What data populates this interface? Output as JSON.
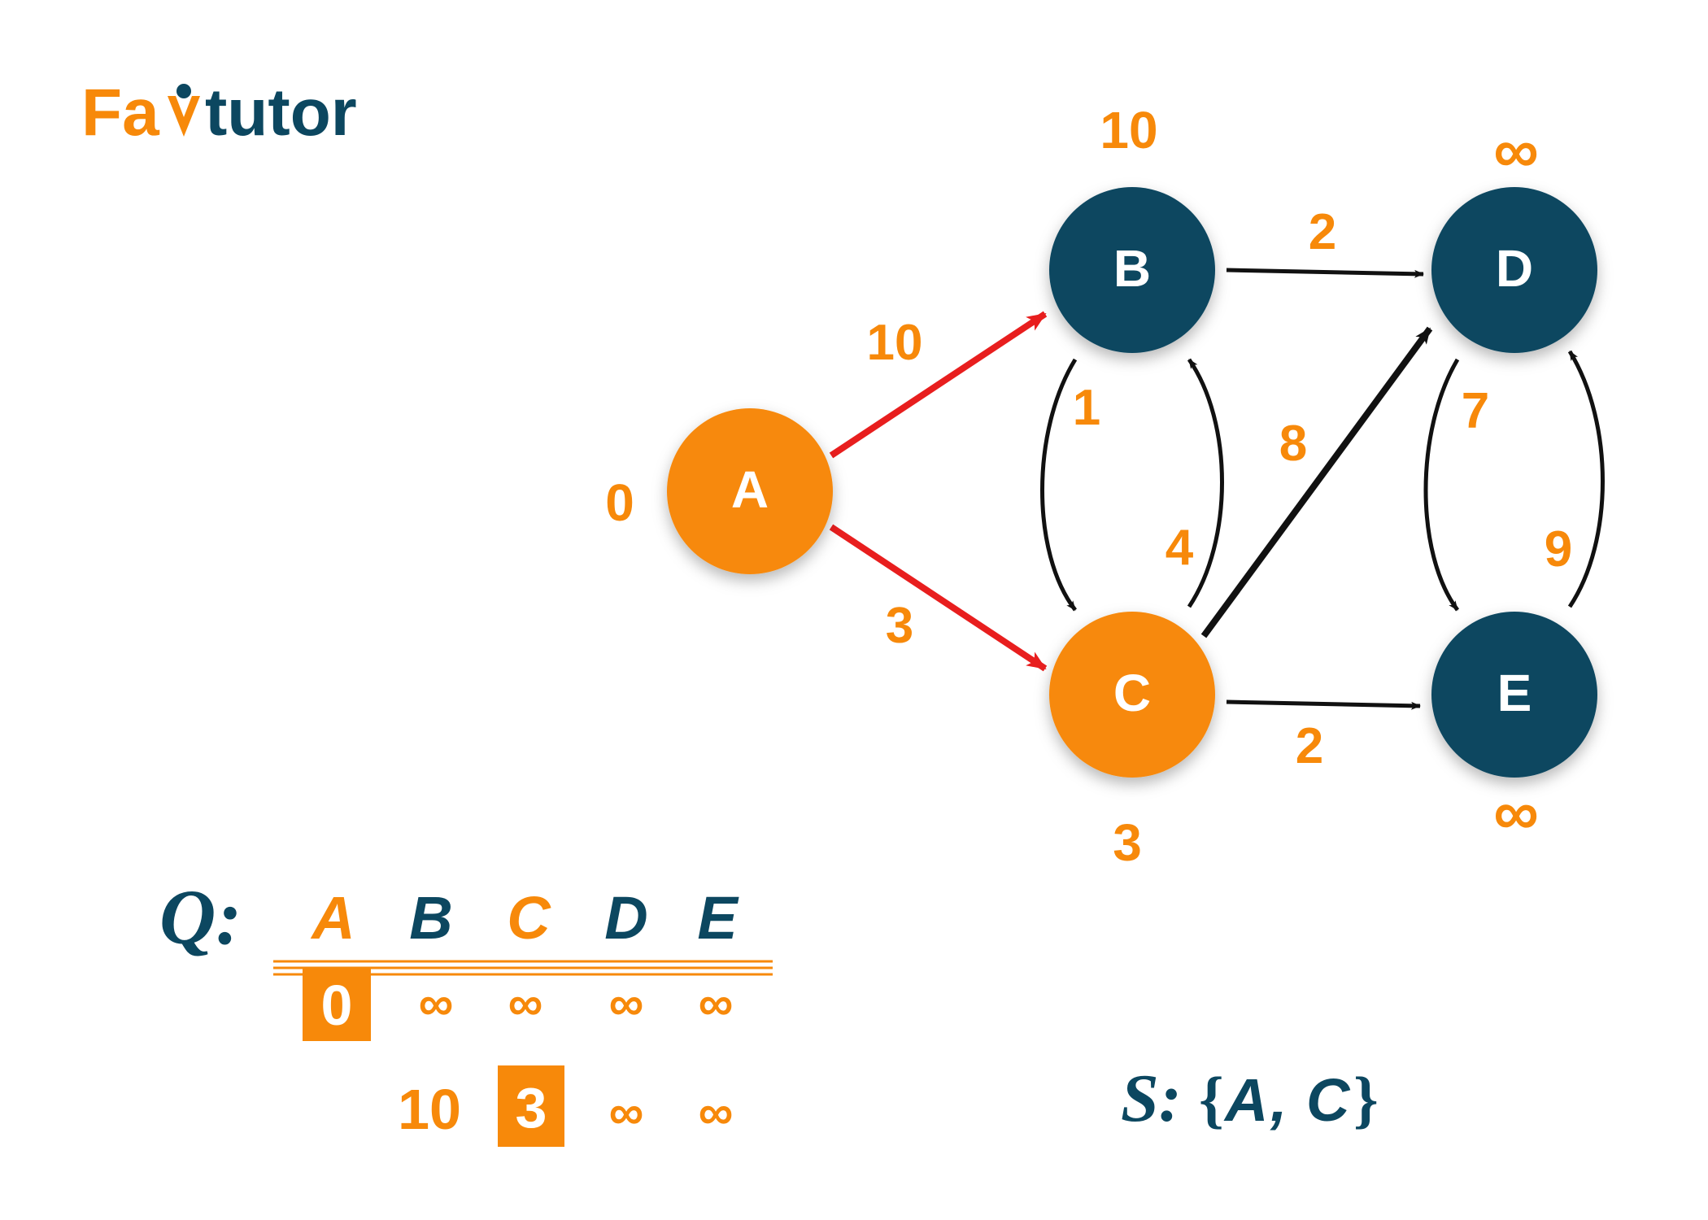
{
  "colors": {
    "orange": "#F7890A",
    "navy": "#0C4760",
    "red": "#E81E1E",
    "black": "#111111",
    "white": "#FFFFFF"
  },
  "logo": {
    "text": "FavTutor",
    "prefix": "Fa",
    "suffix": "tutor",
    "mark_icon": "v-checkmark-person-icon"
  },
  "graph": {
    "nodes": [
      {
        "id": "A",
        "label": "A",
        "distance": "0",
        "state": "visited"
      },
      {
        "id": "B",
        "label": "B",
        "distance": "10",
        "state": "unvisited"
      },
      {
        "id": "C",
        "label": "C",
        "distance": "3",
        "state": "visited"
      },
      {
        "id": "D",
        "label": "D",
        "distance": "∞",
        "state": "unvisited"
      },
      {
        "id": "E",
        "label": "E",
        "distance": "∞",
        "state": "unvisited"
      }
    ],
    "edges": [
      {
        "from": "A",
        "to": "B",
        "weight": "10",
        "highlight": true
      },
      {
        "from": "A",
        "to": "C",
        "weight": "3",
        "highlight": true
      },
      {
        "from": "B",
        "to": "C",
        "weight": "1",
        "highlight": false
      },
      {
        "from": "C",
        "to": "B",
        "weight": "4",
        "highlight": false
      },
      {
        "from": "B",
        "to": "D",
        "weight": "2",
        "highlight": false
      },
      {
        "from": "C",
        "to": "D",
        "weight": "8",
        "highlight": false
      },
      {
        "from": "C",
        "to": "E",
        "weight": "2",
        "highlight": false
      },
      {
        "from": "D",
        "to": "E",
        "weight": "7",
        "highlight": false
      },
      {
        "from": "E",
        "to": "D",
        "weight": "9",
        "highlight": false
      }
    ]
  },
  "queue": {
    "label": "Q:",
    "headers": [
      {
        "text": "A",
        "state": "visited"
      },
      {
        "text": "B",
        "state": "unvisited"
      },
      {
        "text": "C",
        "state": "visited"
      },
      {
        "text": "D",
        "state": "unvisited"
      },
      {
        "text": "E",
        "state": "unvisited"
      }
    ],
    "rows": [
      [
        {
          "text": "0",
          "boxed": true
        },
        {
          "text": "∞",
          "boxed": false
        },
        {
          "text": "∞",
          "boxed": false
        },
        {
          "text": "∞",
          "boxed": false
        },
        {
          "text": "∞",
          "boxed": false
        }
      ],
      [
        {
          "text": "",
          "boxed": false
        },
        {
          "text": "10",
          "boxed": false
        },
        {
          "text": "3",
          "boxed": true
        },
        {
          "text": "∞",
          "boxed": false
        },
        {
          "text": "∞",
          "boxed": false
        }
      ]
    ]
  },
  "set": {
    "label": "S:",
    "open": "{",
    "members": [
      "A",
      "C"
    ],
    "separator": ",",
    "close": "}"
  }
}
